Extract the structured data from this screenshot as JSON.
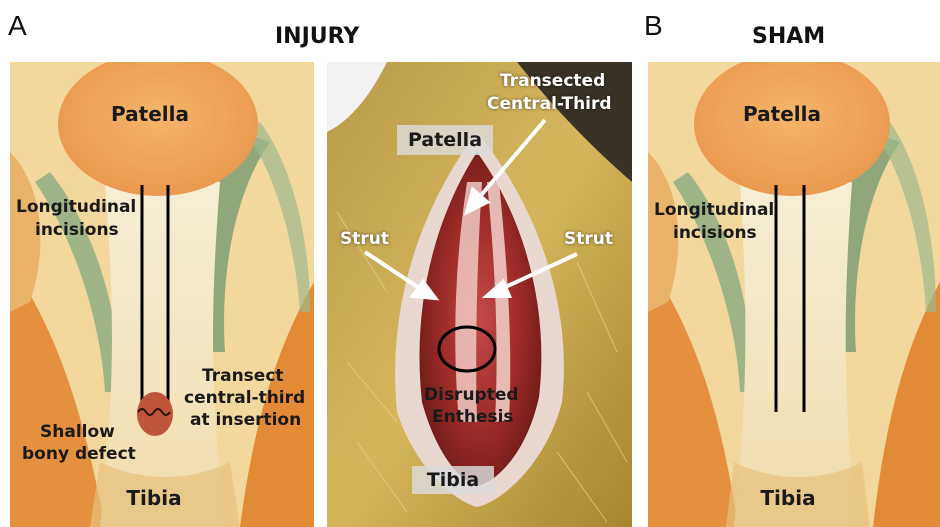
{
  "panels": {
    "a": {
      "letter": "A",
      "title": "INJURY"
    },
    "b": {
      "letter": "B",
      "title": "SHAM"
    }
  },
  "illustration_injury": {
    "patella": "Patella",
    "incisions_line1": "Longitudinal",
    "incisions_line2": "incisions",
    "transect_line1": "Transect",
    "transect_line2": "central-third",
    "transect_line3": "at insertion",
    "defect_line1": "Shallow",
    "defect_line2": "bony defect",
    "tibia": "Tibia"
  },
  "photo": {
    "patella": "Patella",
    "transected_line1": "Transected",
    "transected_line2": "Central-Third",
    "strut_left": "Strut",
    "strut_right": "Strut",
    "disrupted_line1": "Disrupted",
    "disrupted_line2": "Enthesis",
    "tibia": "Tibia"
  },
  "illustration_sham": {
    "patella": "Patella",
    "incisions_line1": "Longitudinal",
    "incisions_line2": "incisions",
    "tibia": "Tibia"
  },
  "colors": {
    "illus_bg": "#f3d79a",
    "patella": "#e9a55c",
    "tendon": "#f7f1d6",
    "muscle_green": "#8faa7e",
    "muscle_orange": "#e48f3c",
    "photo_bg": "#c9a24a",
    "wound": "#9c2a27"
  }
}
